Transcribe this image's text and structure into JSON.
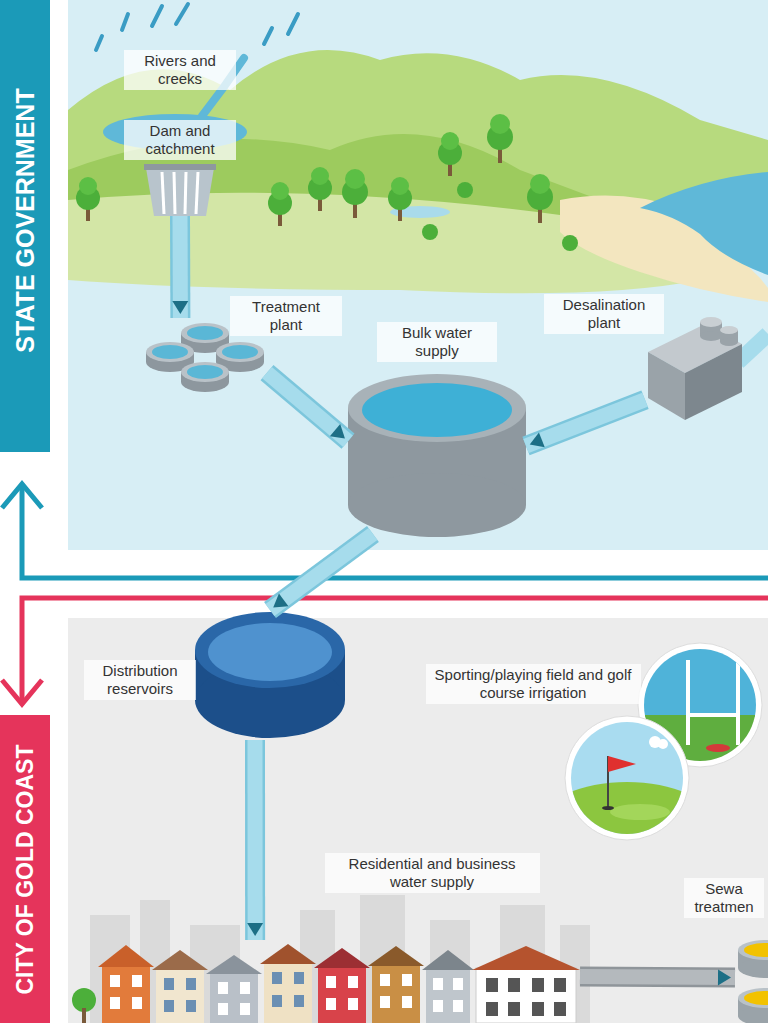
{
  "diagram": {
    "nodes": [
      {
        "text": [
          "STATE GOVERNMENT"
        ]
      },
      {
        "text": [
          "Rivers and creeks"
        ],
        "in": 0
      },
      {
        "text": [
          "Dam and catchment"
        ],
        "in": 0
      },
      {
        "text": [
          "Treatment plant"
        ],
        "in": 0
      },
      {
        "text": [
          "Bulk water supply"
        ],
        "in": 0
      },
      {
        "text": [
          "Desalination plant"
        ],
        "in": 0
      },
      {
        "text": [
          "CITY OF GOLD COAST"
        ]
      },
      {
        "text": [
          "Distribution reservoirs"
        ],
        "in": 6
      },
      {
        "text": [
          "Sporting/playing field and golf course irrigation"
        ],
        "in": 6
      },
      {
        "text": [
          "Residential and business water supply"
        ],
        "in": 6
      },
      {
        "text": [
          "Sewa treatmen"
        ],
        "in": 6
      }
    ],
    "edges": [
      {
        "from": 2,
        "to": 3,
        "arrow": "to"
      },
      {
        "from": 3,
        "to": 4,
        "arrow": "to"
      },
      {
        "from": 5,
        "to": 4,
        "arrow": "to"
      },
      {
        "from": 4,
        "to": 7,
        "arrow": "to"
      },
      {
        "from": 7,
        "to": 9,
        "arrow": "to"
      },
      {
        "from": 9,
        "to": 10,
        "arrow": "to"
      }
    ]
  }
}
